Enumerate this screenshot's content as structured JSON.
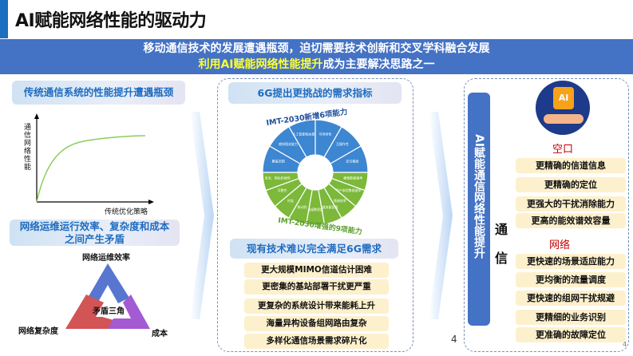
{
  "title": "AI赋能网络性能的驱动力",
  "banner": {
    "line1": "移动通信技术的发展遭遇瓶颈，迫切需要技术创新和交叉学科融合发展",
    "line2_highlight": "利用AI赋能网络性能提升",
    "line2_rest": "成为主要解决思路之一"
  },
  "left": {
    "header1": "传统通信系统的性能提升遭遇瓶颈",
    "chart": {
      "ylabel": "通信网络性能",
      "xlabel": "传统优化策略"
    },
    "header2_l1": "网络运维运行效率、复杂度和成本",
    "header2_l2": "之间产生矛盾",
    "triangle": {
      "center": "矛盾三角",
      "top": "网络运维效率",
      "left": "网络复杂度",
      "right": "成本"
    }
  },
  "middle": {
    "header1": "6G提出更挑战的需求指标",
    "wheel": {
      "top_arc": "IMT-2030新增6项能力",
      "bottom_arc": "IMT-2030增强的9项能力",
      "new": [
        "覆盖范围",
        "感知相关能力",
        "人工智能相关能力",
        "可持续性",
        "互操作性",
        "定位精度"
      ],
      "enhanced": [
        "峰值数据速率",
        "用户体验数据速率",
        "频谱效率",
        "区域流量容量",
        "连接数密度",
        "移动性",
        "时延",
        "可靠性",
        "安全、隐私和弹性"
      ]
    },
    "header2": "现有技术难以完全满足6G需求",
    "items": [
      "更大规模MIMO信道估计困难",
      "更密集的基站部署干扰更严重",
      "更复杂的系统设计带来能耗上升",
      "海量异构设备组网路由复杂",
      "多样化通信场景需求碎片化"
    ],
    "page_num": "4"
  },
  "right": {
    "vertical_title": "AI赋能通信网络性能提升",
    "side_label": "通信",
    "icon_text": "AI",
    "section1": "空口",
    "items1": [
      "更精确的信道信息",
      "更精确的定位",
      "更强大的干扰消除能力",
      "更高的能效谱效容量"
    ],
    "section2": "网络",
    "items2": [
      "更快速的场景适应能力",
      "更均衡的流量调度",
      "更快速的组网干扰规避",
      "更精细的业务识别",
      "更准确的故障定位"
    ],
    "page_num": "4"
  },
  "colors": {
    "banner": "#4472c4",
    "accent": "#1a6fc0",
    "highlight": "#ffff33",
    "pill": "#fdf0cc",
    "wheel_blue": "#3d86d1",
    "wheel_green": "#7cb83a"
  }
}
